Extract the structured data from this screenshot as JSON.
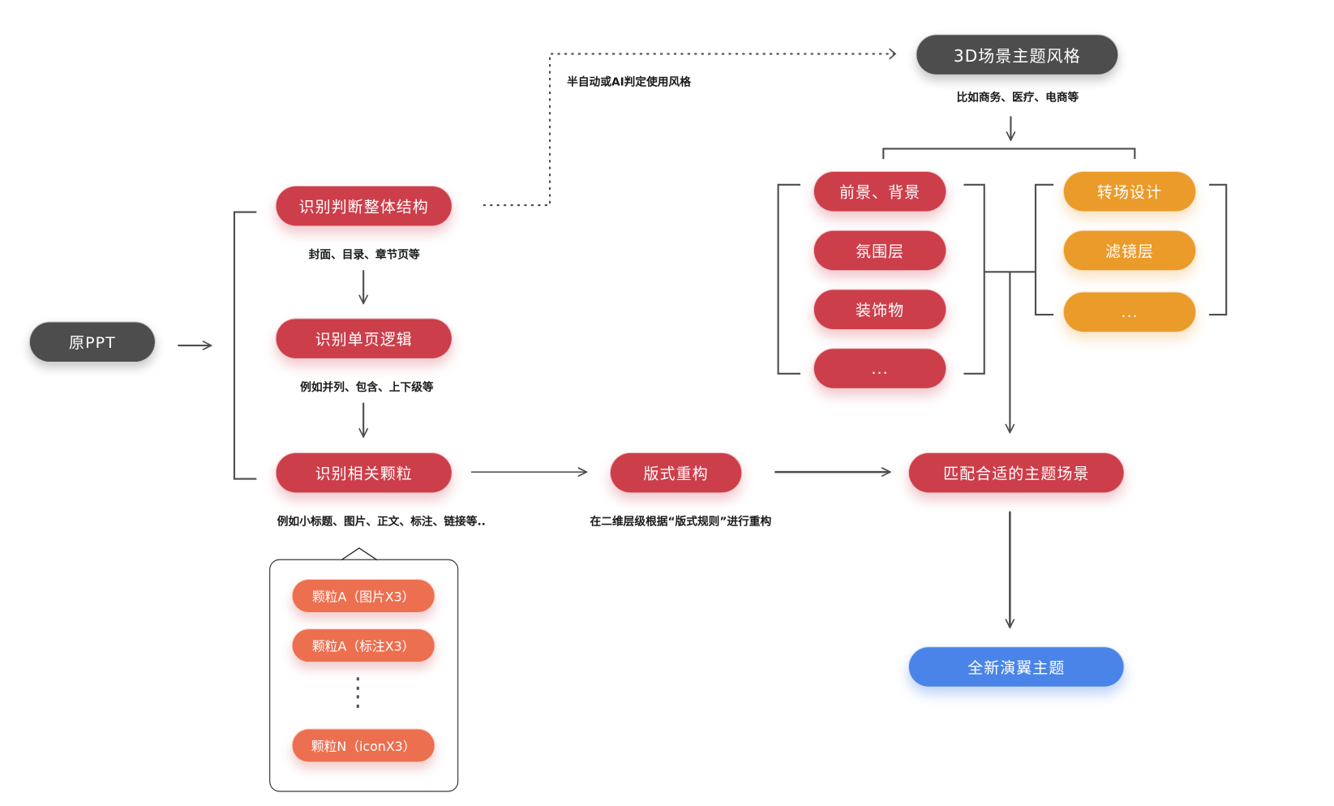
{
  "diagram": {
    "source": {
      "label": "原PPT"
    },
    "analysis_steps": [
      {
        "label": "识别判断整体结构",
        "note": "封面、目录、章节页等"
      },
      {
        "label": "识别单页逻辑",
        "note": "例如并列、包含、上下级等"
      },
      {
        "label": "识别相关颗粒",
        "note": "例如小标题、图片、正文、标注、链接等.."
      }
    ],
    "particles": [
      {
        "label": "颗粒A（图片X3）"
      },
      {
        "label": "颗粒A（标注X3）"
      },
      {
        "label": "颗粒N（iconX3）"
      }
    ],
    "style_link": {
      "label": "半自动或AI判定使用风格"
    },
    "theme_style": {
      "label": "3D场景主题风格",
      "note": "比如商务、医疗、电商等"
    },
    "scene_layers": [
      {
        "label": "前景、背景"
      },
      {
        "label": "氛围层"
      },
      {
        "label": "装饰物"
      },
      {
        "label": "..."
      }
    ],
    "effect_layers": [
      {
        "label": "转场设计"
      },
      {
        "label": "滤镜层"
      },
      {
        "label": "..."
      }
    ],
    "layout_rebuild": {
      "label": "版式重构",
      "note": "在二维层级根据“版式规则”进行重构"
    },
    "match_scene": {
      "label": "匹配合适的主题场景"
    },
    "result": {
      "label": "全新演翼主题"
    }
  },
  "colors": {
    "dark": "#4d4d4d",
    "red": "#cc3e4a",
    "orange": "#ea9b2a",
    "coral": "#ec6f50",
    "blue": "#4a84e8",
    "line": "#4d4d4d"
  }
}
